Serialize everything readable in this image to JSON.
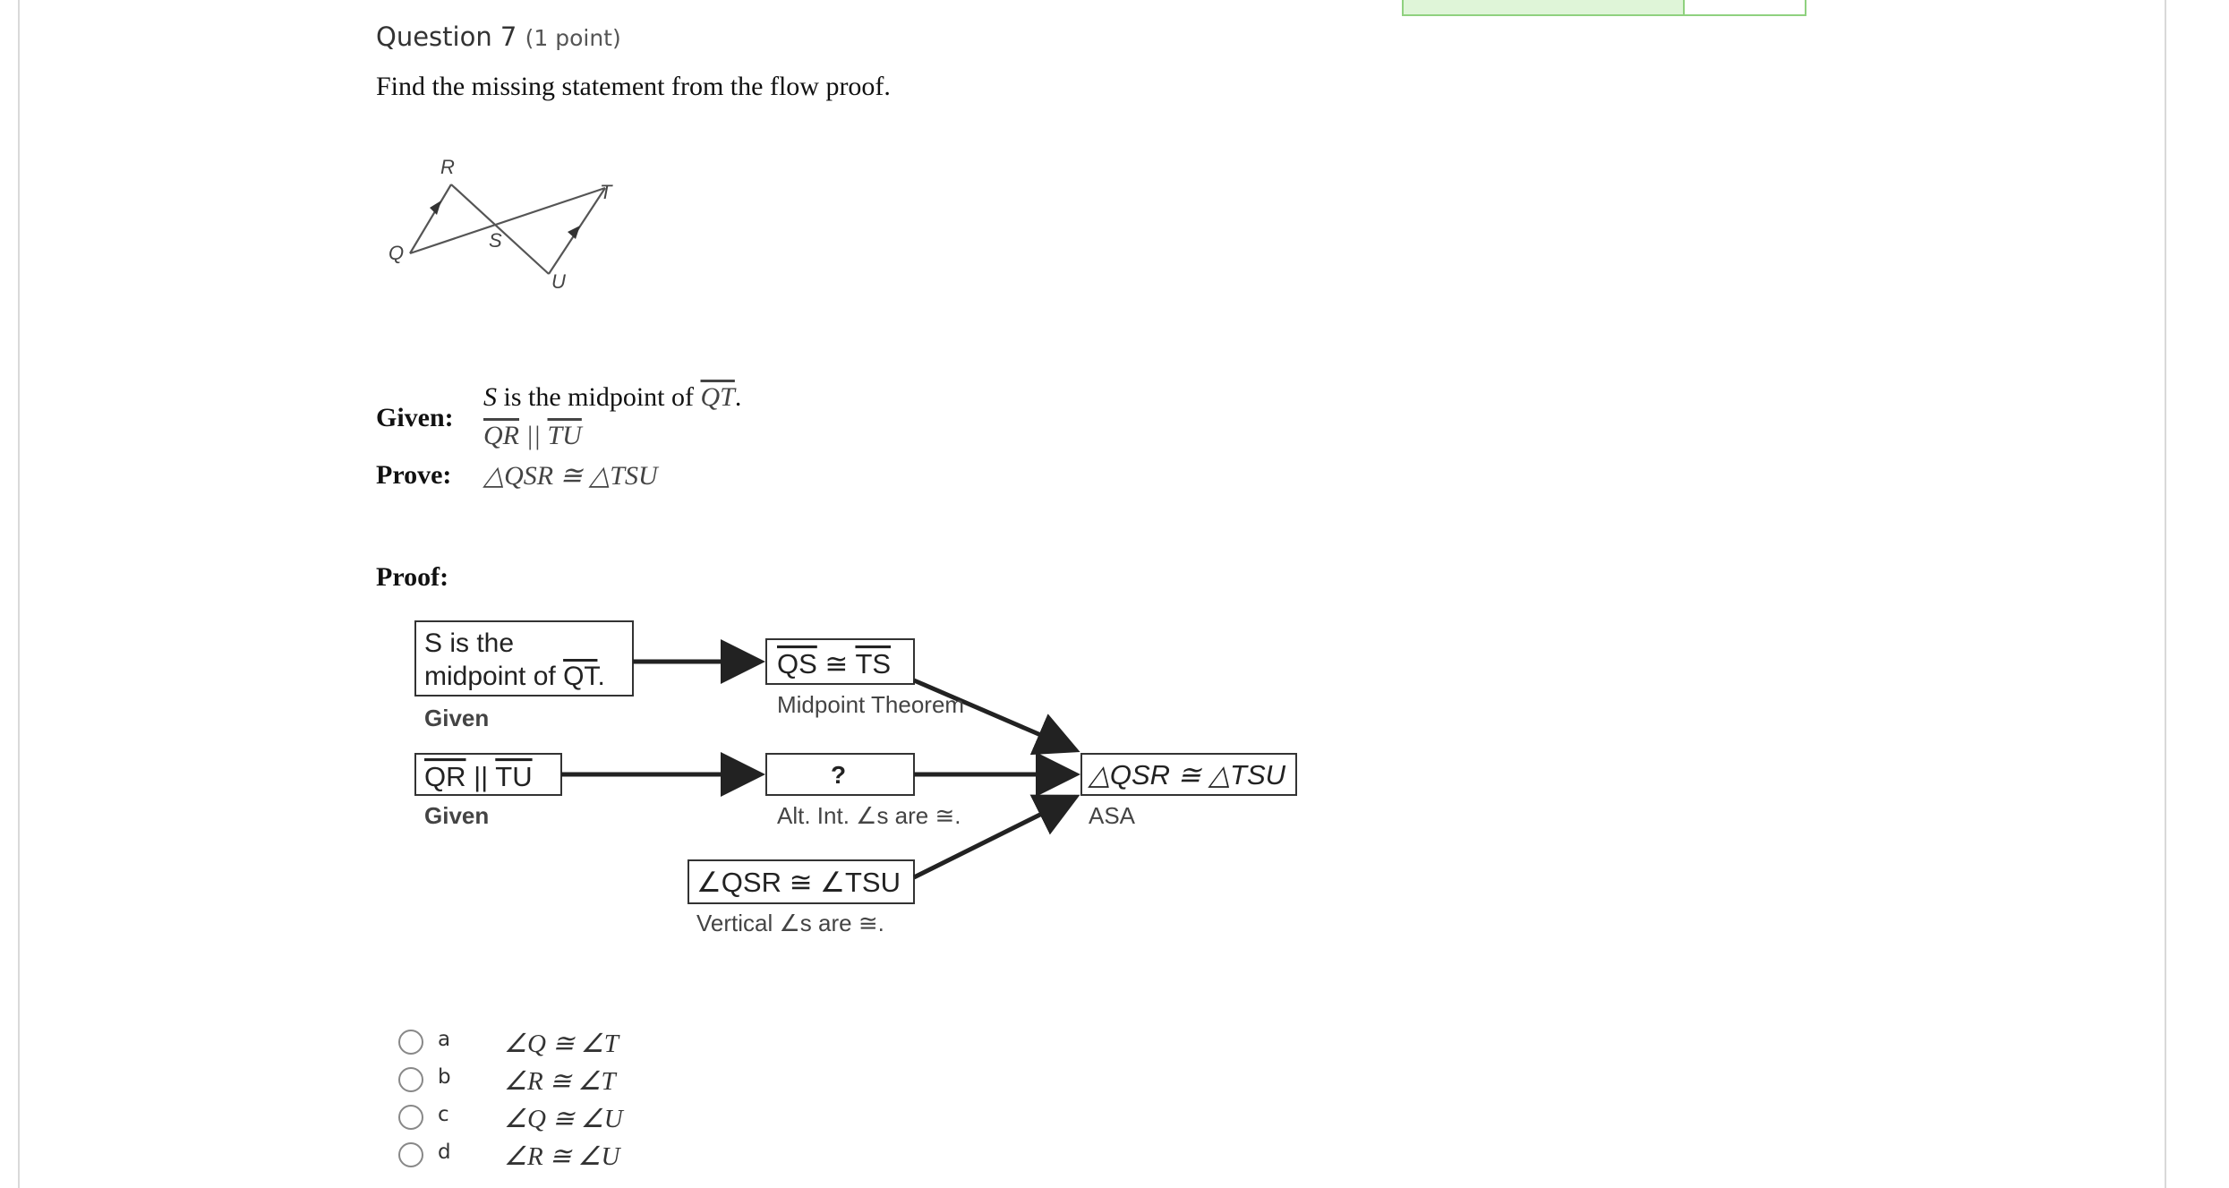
{
  "progress_fraction": 0.7,
  "question": {
    "title": "Question 7",
    "points": "(1 point)",
    "prompt": "Find the missing statement from the flow proof."
  },
  "figure": {
    "labels": [
      "R",
      "T",
      "Q",
      "S",
      "U"
    ]
  },
  "given": {
    "label": "Given:",
    "line1_prefix": "S",
    "line1_mid": " is the midpoint of ",
    "line1_seg": "QT",
    "line1_end": ".",
    "line2_seg1": "QR",
    "line2_mid": " || ",
    "line2_seg2": "TU"
  },
  "prove": {
    "label": "Prove:",
    "statement": "△QSR ≅ △TSU"
  },
  "proof": {
    "label": "Proof:",
    "box1_line1": "S is the",
    "box1_line2_prefix": "midpoint of ",
    "box1_line2_seg": "QT",
    "box1_line2_end": ".",
    "box1_reason": "Given",
    "box2_seg1": "QS",
    "box2_mid": " ≅ ",
    "box2_seg2": "TS",
    "box2_reason": "Midpoint Theorem",
    "box3_seg1": "QR",
    "box3_mid": " || ",
    "box3_seg2": "TU",
    "box3_reason": "Given",
    "box4_text": "?",
    "box4_reason": "Alt. Int. ∠s are ≅.",
    "box5_text": "∠QSR ≅ ∠TSU",
    "box5_reason": "Vertical ∠s are ≅.",
    "box6_text": "△QSR ≅ △TSU",
    "box6_reason": "ASA"
  },
  "options": [
    {
      "letter": "a",
      "text": "∠Q ≅ ∠T"
    },
    {
      "letter": "b",
      "text": "∠R ≅ ∠T"
    },
    {
      "letter": "c",
      "text": "∠Q ≅ ∠U"
    },
    {
      "letter": "d",
      "text": "∠R ≅ ∠U"
    }
  ]
}
